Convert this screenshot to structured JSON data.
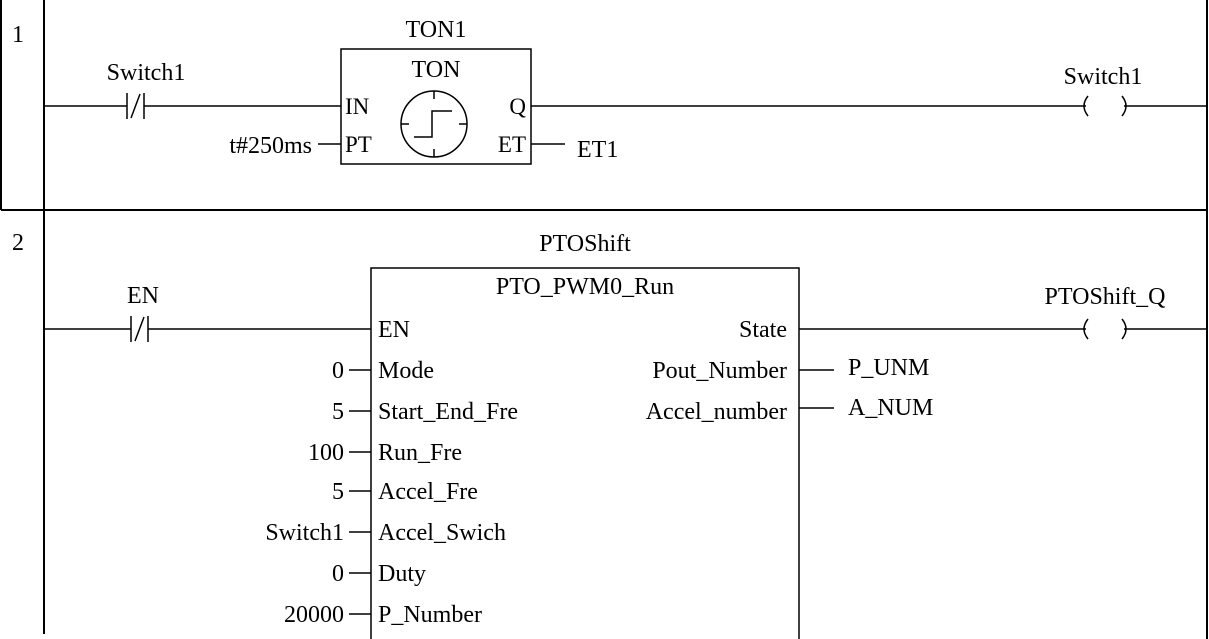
{
  "rungs": [
    {
      "number": "1",
      "contact": {
        "label": "Switch1",
        "type": "normally-closed"
      },
      "block": {
        "instance": "TON1",
        "type": "TON",
        "inputs": [
          {
            "pin": "IN",
            "value": ""
          },
          {
            "pin": "PT",
            "value": "t#250ms"
          }
        ],
        "outputs": [
          {
            "pin": "Q",
            "value": ""
          },
          {
            "pin": "ET",
            "value": "ET1"
          }
        ]
      },
      "coil": {
        "label": "Switch1"
      }
    },
    {
      "number": "2",
      "contact": {
        "label": "EN",
        "type": "normally-closed"
      },
      "block": {
        "instance": "PTOShift",
        "type": "PTO_PWM0_Run",
        "inputs": [
          {
            "pin": "EN",
            "value": ""
          },
          {
            "pin": "Mode",
            "value": "0"
          },
          {
            "pin": "Start_End_Fre",
            "value": "5"
          },
          {
            "pin": "Run_Fre",
            "value": "100"
          },
          {
            "pin": "Accel_Fre",
            "value": "5"
          },
          {
            "pin": "Accel_Swich",
            "value": "Switch1"
          },
          {
            "pin": "Duty",
            "value": "0"
          },
          {
            "pin": "P_Number",
            "value": "20000"
          }
        ],
        "outputs": [
          {
            "pin": "State",
            "value": ""
          },
          {
            "pin": "Pout_Number",
            "value": "P_UNM"
          },
          {
            "pin": "Accel_number",
            "value": "A_NUM"
          }
        ]
      },
      "coil": {
        "label": "PTOShift_Q"
      }
    }
  ]
}
